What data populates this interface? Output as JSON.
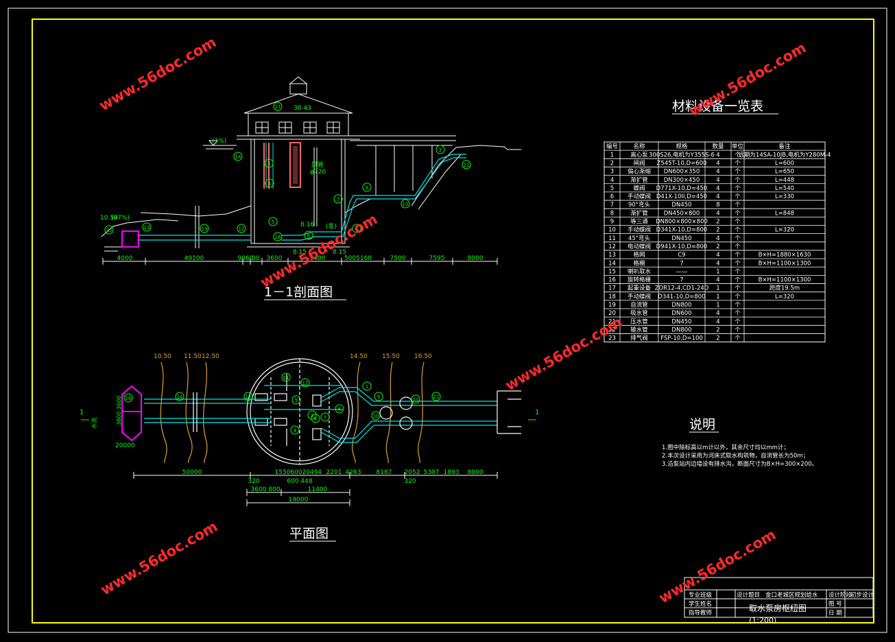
{
  "section_title": "1－1剖面图",
  "plan_title": "平面图",
  "table_title": "材料设备一览表",
  "notes_title": "说明",
  "watermark": "www.56doc.com",
  "section_labels": {
    "elev_top": "30.43",
    "elev_river": "10.50",
    "slope_left": "(1%)",
    "slope_river": "(97%)",
    "fan_pipe_1": "风管",
    "fan_pipe_2": "φ720",
    "elev_bottom_1": "8.16",
    "elev_bottom_2": "8.15",
    "elev_bottom_3": "8.15",
    "pump_tag": "(泵)"
  },
  "section_dims": [
    "4000",
    "49100",
    "9060",
    "00",
    "3600",
    "1400",
    "5005160",
    "7500",
    "7595",
    "8000"
  ],
  "plan_contours": [
    "10.50",
    "11.50",
    "12.50",
    "14.50",
    "15.50",
    "16.50"
  ],
  "plan_dims_1": [
    "50000",
    "1550",
    "600",
    "2049",
    "4",
    "2201",
    "4263",
    "8187",
    "2052",
    "5307",
    "1893",
    "8000"
  ],
  "plan_dims_1b": [
    "320",
    "600 448",
    "320"
  ],
  "plan_dims_2": [
    "3600",
    "800",
    "11400"
  ],
  "plan_dims_total": "19000",
  "plan_side_labels": {
    "section_mark": "1",
    "flow": "水流",
    "vertical_dims": "3600 3600",
    "bottom_dim": "20000"
  },
  "table_header": [
    "编号",
    "名称",
    "规格",
    "数量",
    "单位",
    "备注"
  ],
  "table_rows": [
    [
      "1",
      "离心泵",
      "300S26,电机为Y355S-6",
      "4",
      "个",
      "远期为14SA-10JB,电机为Y280M-4"
    ],
    [
      "2",
      "闸阀",
      "Z545T-10,D=600",
      "4",
      "个",
      "L=600"
    ],
    [
      "3",
      "偏心渐缩",
      "DN600×350",
      "4",
      "个",
      "L=650"
    ],
    [
      "4",
      "渐扩管",
      "DN300×450",
      "4",
      "个",
      "L=448"
    ],
    [
      "5",
      "蝶阀",
      "D771X-10,D=450",
      "4",
      "个",
      "L=540"
    ],
    [
      "6",
      "手动蝶阀",
      "D41X-10II,D=450",
      "4",
      "个",
      "L=330"
    ],
    [
      "7",
      "90°弯头",
      "DN450",
      "8",
      "个",
      ""
    ],
    [
      "8",
      "渐扩管",
      "DN450×800",
      "4",
      "个",
      "L=848"
    ],
    [
      "9",
      "等三通",
      "DN800×800×800",
      "2",
      "个",
      ""
    ],
    [
      "10",
      "手动蝶阀",
      "D341X-10,D=800",
      "2",
      "个",
      "L=320"
    ],
    [
      "11",
      "45°弯头",
      "DN450",
      "4",
      "个",
      ""
    ],
    [
      "12",
      "电动蝶阀",
      "D941X-10,D=800",
      "2",
      "个",
      ""
    ],
    [
      "13",
      "格网",
      "C9",
      "4",
      "个",
      "B×H=1880×1630"
    ],
    [
      "14",
      "格栅",
      "7",
      "4",
      "个",
      "B×H=1100×1300"
    ],
    [
      "15",
      "喇叭取水",
      "——",
      "1",
      "个",
      ""
    ],
    [
      "16",
      "旋转格栅",
      "7",
      "4",
      "个",
      "B×H=1100×1300"
    ],
    [
      "17",
      "起重设备",
      "ZDR12-4,CD1-24D",
      "1",
      "个",
      "跨度19.5m"
    ],
    [
      "18",
      "手动蝶阀",
      "D341-10,D=800",
      "1",
      "个",
      "L=320"
    ],
    [
      "19",
      "自流管",
      "DN800",
      "1",
      "个",
      ""
    ],
    [
      "20",
      "吸水管",
      "DN600",
      "4",
      "个",
      ""
    ],
    [
      "21",
      "压水管",
      "DN450",
      "4",
      "个",
      ""
    ],
    [
      "22",
      "输水管",
      "DN800",
      "2",
      "个",
      ""
    ],
    [
      "23",
      "排气阀",
      "FSP-10,D=100",
      "2",
      "个",
      ""
    ]
  ],
  "notes": [
    "1.图中除标高以m计以外，其余尺寸均以mm计；",
    "2.本次设计采用为河床式取水构筑物，自流管长为50m；",
    "3.沿泵站内边墙设有排水沟，断面尺寸为B×H=300×200。"
  ],
  "title_block": {
    "major_label": "专业班级",
    "student_label": "学生姓名",
    "teacher_label": "指导教师",
    "project_label": "设计题目",
    "project_name": "金口老城区规划给水",
    "drawing_name": "取水泵房枢纽图",
    "scale": "(1:200)",
    "stage_label": "设计阶段",
    "stage_value": "初步设计",
    "sheet_label": "图 号",
    "date_label": "日 期"
  },
  "colors": {
    "frame": "#ffff00",
    "line": "#ffffff",
    "pipe": "#00e5e5",
    "text": "#00ff00",
    "contour": "#e0a030",
    "watermark": "#ff2a2a",
    "magenta": "#ff00ff",
    "wall": "#ff6666",
    "pink": "#ff8888"
  }
}
